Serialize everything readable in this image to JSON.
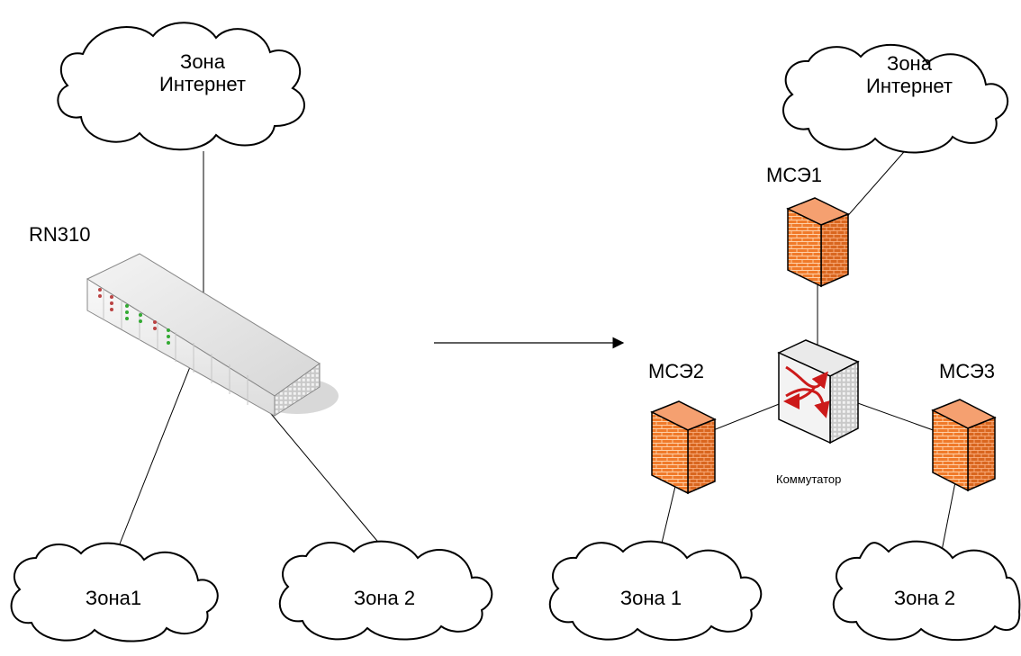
{
  "left": {
    "router_label": "RN310",
    "clouds": {
      "internet": [
        "Зона",
        "Интернет"
      ],
      "zone1": "Зона1",
      "zone2": "Зона 2"
    }
  },
  "right": {
    "clouds": {
      "internet": [
        "Зона",
        "Интернет"
      ],
      "zone1": "Зона 1",
      "zone2": "Зона 2"
    },
    "firewalls": {
      "fw1": "МСЭ1",
      "fw2": "МСЭ2",
      "fw3": "МСЭ3"
    },
    "switch_label": "Коммутатор"
  },
  "colors": {
    "firewall": "#f07a2a",
    "firewall_dark": "#c85a16",
    "switch_arrows": "#cc1a1a",
    "line": "#000000"
  },
  "icons": [
    "cloud-icon",
    "router-icon",
    "firewall-icon",
    "switch-icon",
    "arrow-right-icon"
  ]
}
